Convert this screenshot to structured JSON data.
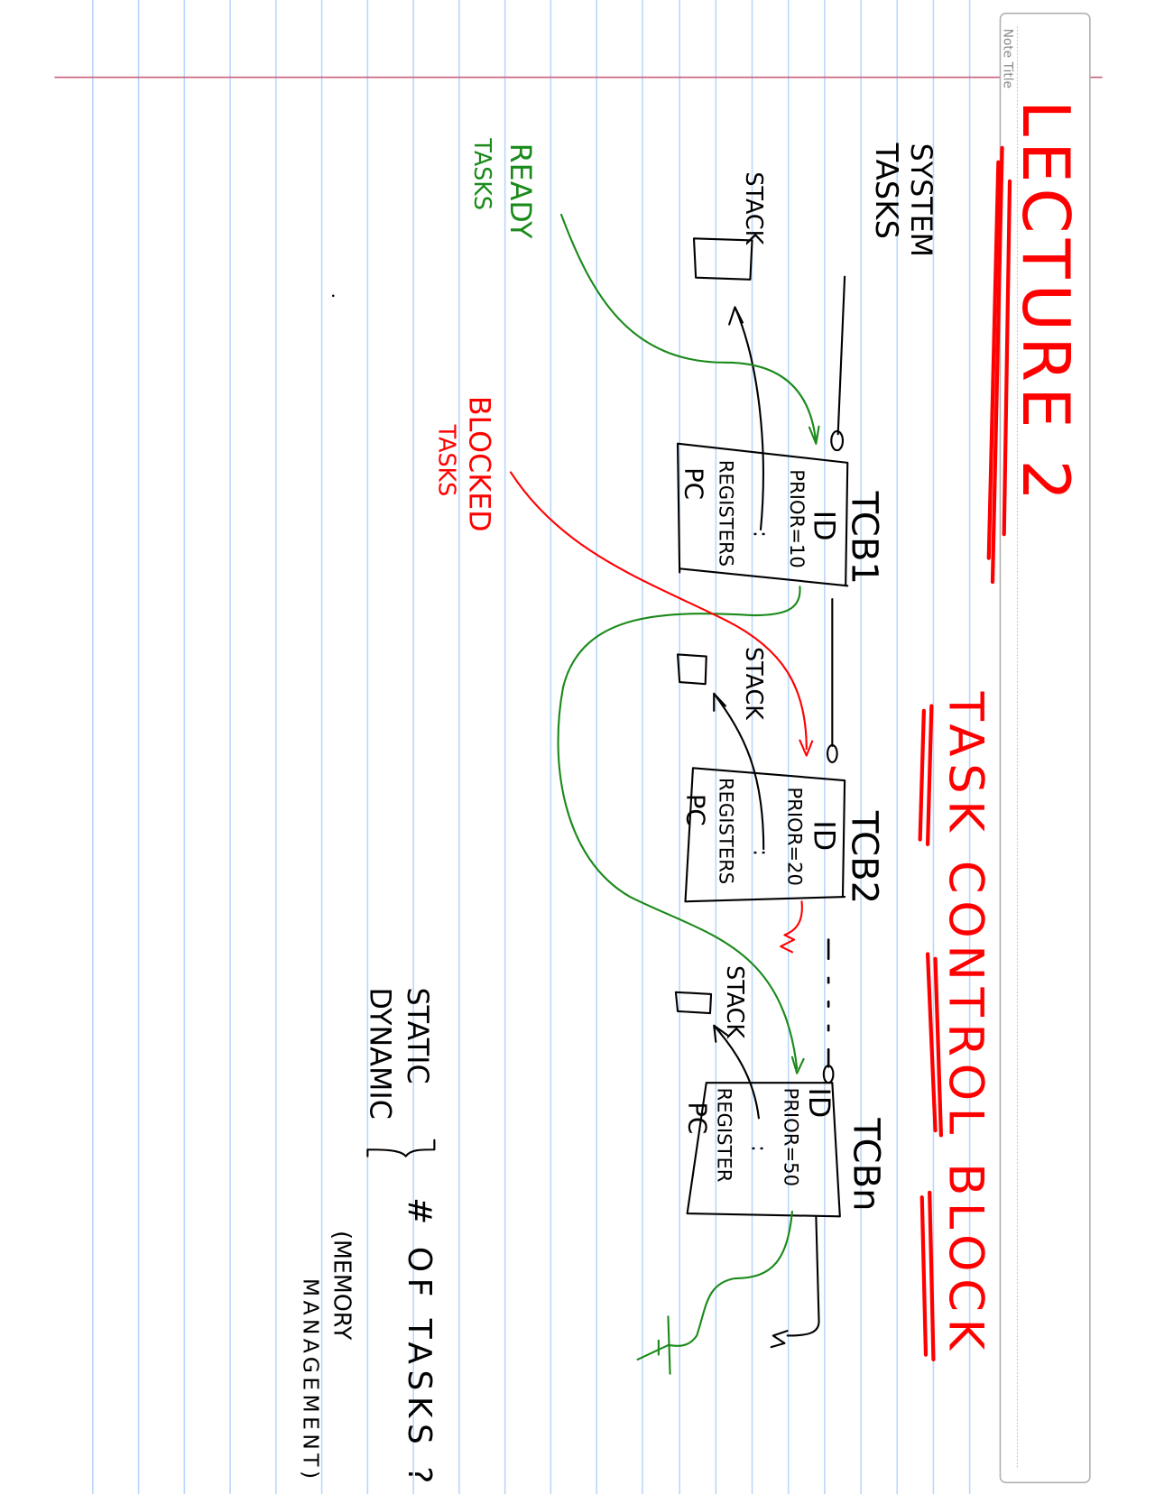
{
  "header": {
    "note_title_label": "Note Title"
  },
  "title": {
    "lecture": "LECTURE 2",
    "topic": "TASK CONTROL BLOCK"
  },
  "labels": {
    "system_tasks": [
      "SYSTEM",
      "TASKS"
    ],
    "ready_tasks": [
      "READY",
      "TASKS"
    ],
    "blocked_tasks": [
      "BLOCKED",
      "TASKS"
    ]
  },
  "tcbs": [
    {
      "name": "TCB1",
      "id": "ID",
      "priority": "PRIOR=10",
      "ellipsis": ":",
      "registers": "REGISTERS",
      "pc": "PC",
      "stack": "STACK"
    },
    {
      "name": "TCB2",
      "id": "ID",
      "priority": "PRIOR=20",
      "ellipsis": ":",
      "registers": "REGISTERS",
      "pc": "PC",
      "stack": "STACK"
    },
    {
      "name": "TCBn",
      "id": "ID",
      "priority": "PRIOR=50",
      "ellipsis": ":",
      "registers": "REGISTER",
      "pc": "PC",
      "stack": "STACK"
    }
  ],
  "notes": {
    "static": "STATIC",
    "dynamic": "DYNAMIC",
    "num_tasks": "# OF TASKS ?",
    "memory": "(MEMORY",
    "management": "MANAGEMENT)"
  },
  "colors": {
    "red": "#ff0000",
    "green": "#1a8a1a",
    "black": "#000000",
    "rule_blue": "#b9d7fb",
    "margin_red": "#c8607a"
  }
}
